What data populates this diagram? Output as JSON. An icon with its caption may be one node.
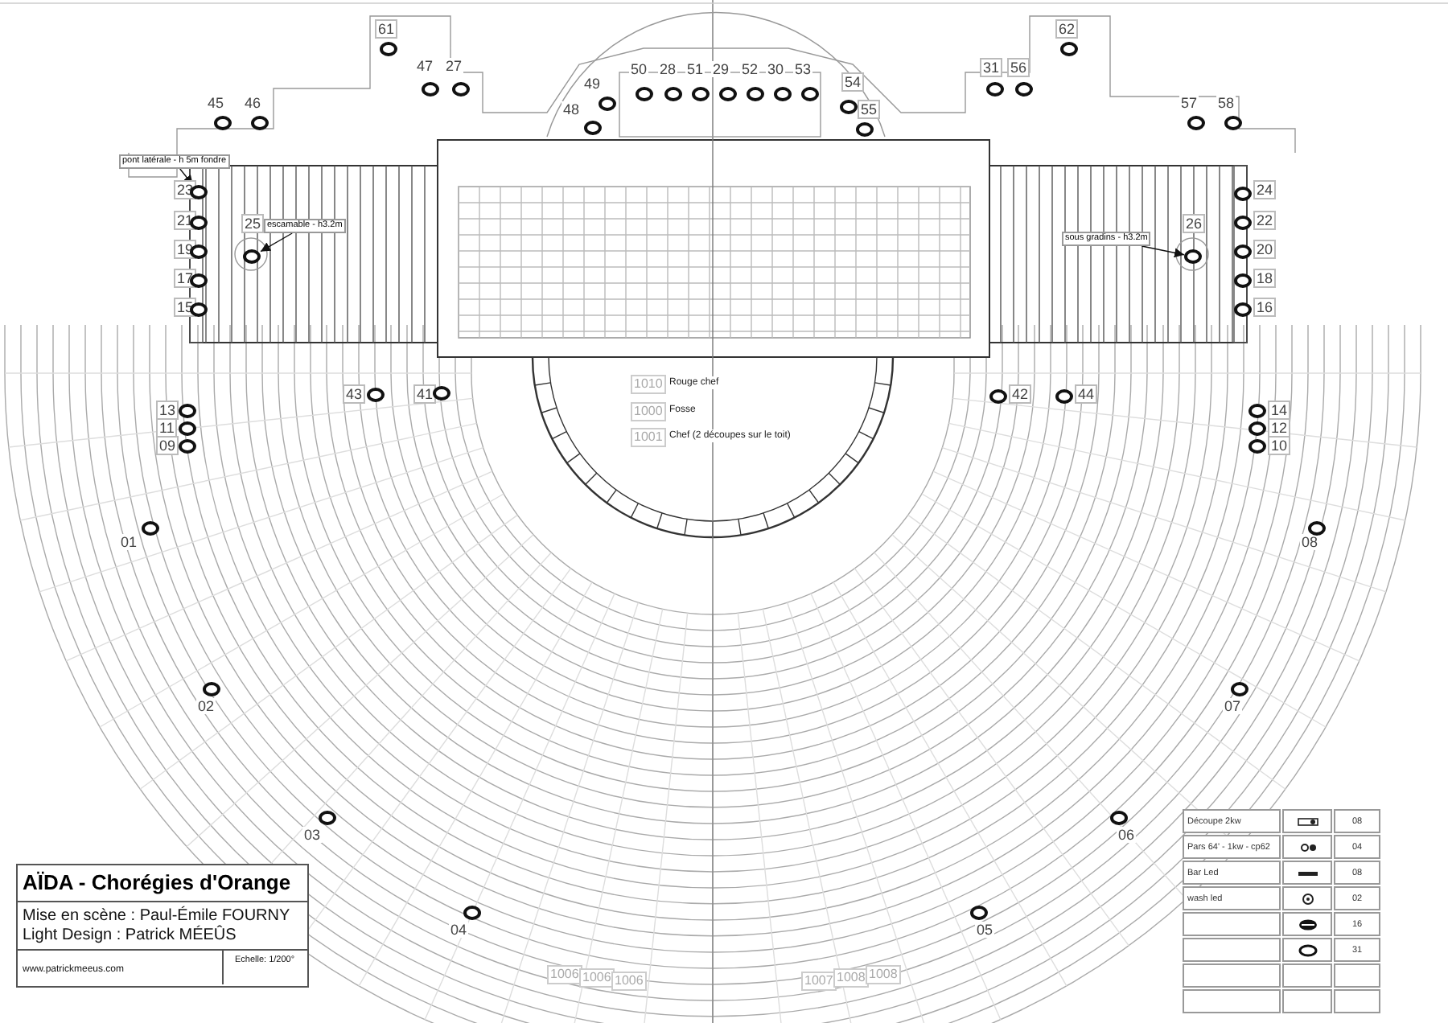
{
  "diagram": {
    "title": "AÏDA - Chorégies d'Orange",
    "nodes": [
      {
        "text": [
          "pont latérale - h 5m fondre"
        ]
      },
      {
        "text": [],
        "shape": "circle"
      },
      {
        "text": [
          "escamable - h3.2m"
        ]
      },
      {
        "text": [],
        "shape": "circle"
      },
      {
        "text": [
          "sous gradins - h3.2m"
        ]
      },
      {
        "text": [],
        "shape": "circle"
      }
    ],
    "edges": [
      {
        "from": 0,
        "to": 1,
        "arrow": "to"
      },
      {
        "from": 2,
        "to": 3,
        "arrow": "to"
      },
      {
        "from": 4,
        "to": 5,
        "arrow": "to"
      }
    ],
    "labels": [
      "61",
      "62",
      "47",
      "27",
      "50",
      "28",
      "51",
      "29",
      "52",
      "30",
      "53",
      "31",
      "56",
      "49",
      "54",
      "45",
      "46",
      "48",
      "55",
      "57",
      "58",
      "23",
      "24",
      "21",
      "25",
      "26",
      "22",
      "19",
      "20",
      "17",
      "18",
      "15",
      "16",
      "1010",
      "Rouge chef",
      "43",
      "41",
      "42",
      "44",
      "1000",
      "Fosse",
      "13",
      "14",
      "11",
      "12",
      "1001",
      "Chef (2 découpes sur le toit)",
      "09",
      "10",
      "01",
      "08",
      "02",
      "07",
      "03",
      "06",
      "Découpe 2kw",
      "08",
      "Pars 64' - 1kw - cp62",
      "04",
      "Bar Led",
      "08",
      "wash led",
      "02",
      "Mise en scène : Paul-Émile FOURNY",
      "Light Design : Patrick MÉEÛS",
      "16",
      "04",
      "05",
      "31",
      "www.patrickmeeus.com",
      "Echelle: 1/200°",
      "1006",
      "1006",
      "1006",
      "1007",
      "1008",
      "1008"
    ]
  }
}
